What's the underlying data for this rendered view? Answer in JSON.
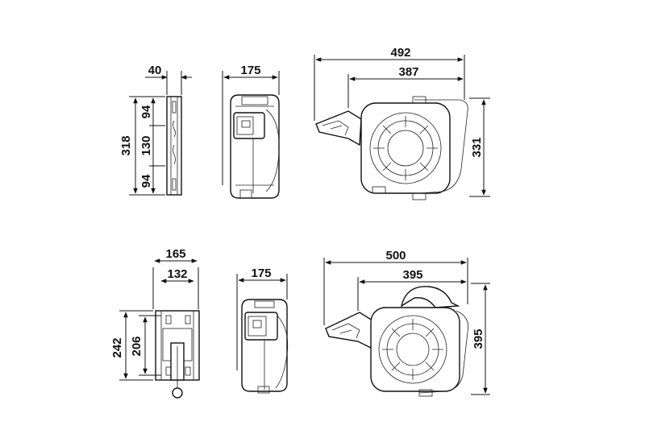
{
  "top_row": {
    "bracket_side": {
      "width": "40",
      "height": "318",
      "segment_top": "94",
      "segment_middle": "130",
      "segment_bottom": "94"
    },
    "reel_front": {
      "width": "175"
    },
    "reel_side": {
      "overall_width": "492",
      "body_width": "387",
      "height": "331"
    }
  },
  "bottom_row": {
    "bracket_front": {
      "outer_width": "165",
      "inner_width": "132",
      "outer_height": "242",
      "inner_height": "206"
    },
    "reel_front": {
      "width": "175"
    },
    "reel_side": {
      "overall_width": "500",
      "body_width": "395",
      "height": "395"
    }
  }
}
